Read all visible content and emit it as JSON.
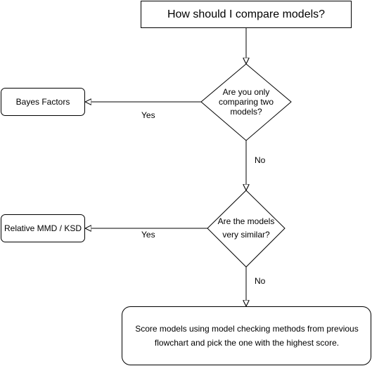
{
  "flowchart": {
    "start": {
      "label": "How should I compare models?"
    },
    "decision_two_models": {
      "label": "Are you only comparing two models?"
    },
    "bayes_factors": {
      "label": "Bayes Factors"
    },
    "decision_similar": {
      "label": "Are the models very similar?"
    },
    "relative_mmd_ksd": {
      "label": "Relative MMD / KSD"
    },
    "score_models": {
      "label": "Score models using model checking methods from previous flowchart and pick the one with the highest score."
    },
    "edges": {
      "yes_1": "Yes",
      "no_1": "No",
      "yes_2": "Yes",
      "no_2": "No"
    }
  }
}
